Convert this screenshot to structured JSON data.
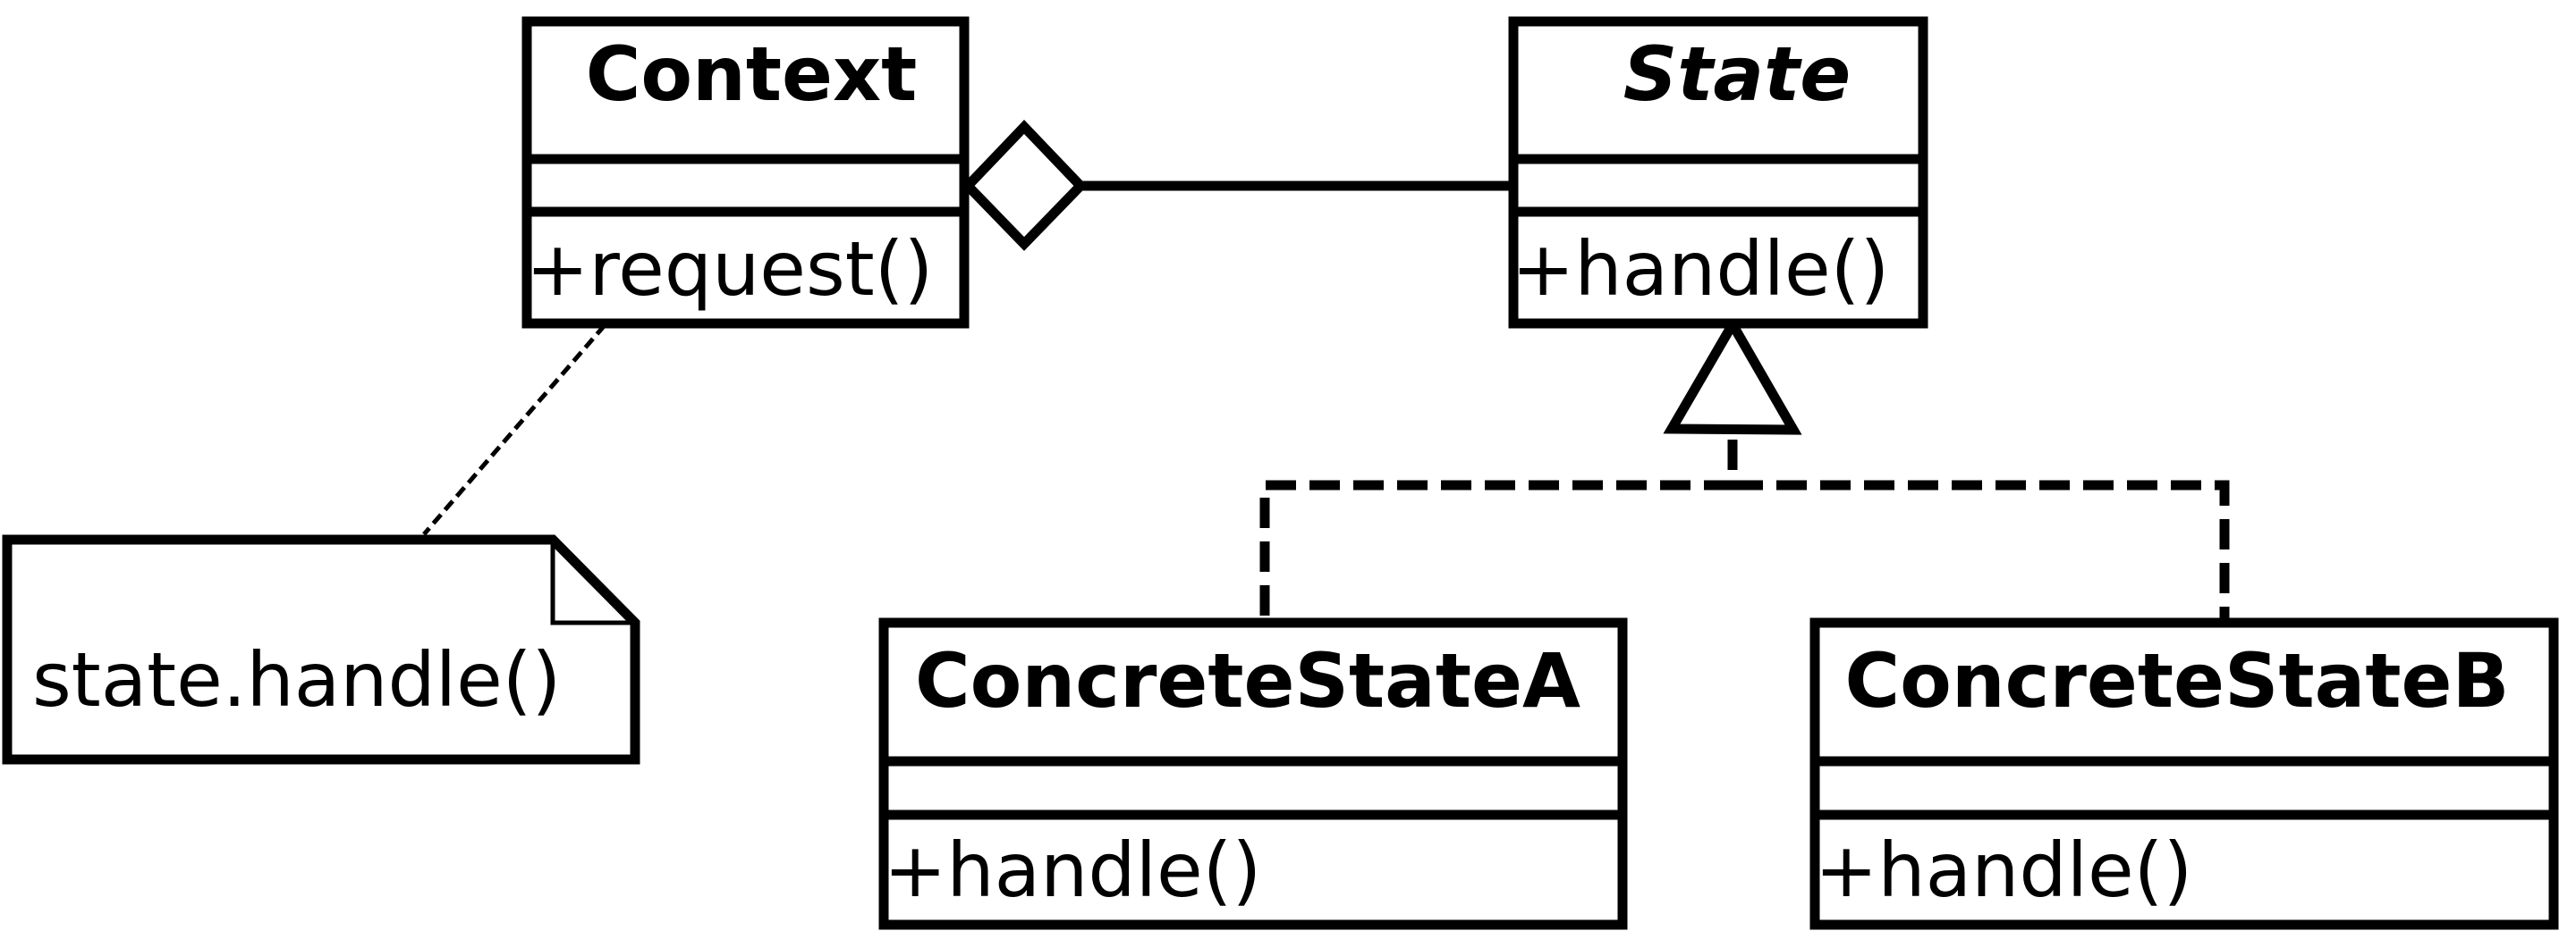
{
  "classes": {
    "context": {
      "name": "Context",
      "operation": "+request()"
    },
    "state": {
      "name": "State",
      "operation": "+handle()"
    },
    "concrete_a": {
      "name": "ConcreteStateA",
      "operation": "+handle()"
    },
    "concrete_b": {
      "name": "ConcreteStateB",
      "operation": "+handle()"
    }
  },
  "note": {
    "text": "state.handle()"
  }
}
